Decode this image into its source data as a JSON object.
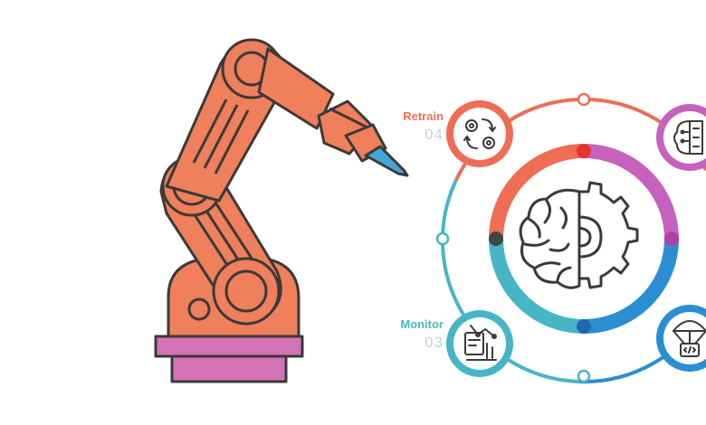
{
  "stages": [
    {
      "label": "Retrain",
      "number": "04",
      "color": "#ee6f55",
      "icon": "gears-cycle-icon"
    },
    {
      "label": "Monitor",
      "number": "03",
      "color": "#4bb7c8",
      "icon": "monitor-chart-icon"
    }
  ],
  "colors": {
    "arm": "#f07f5b",
    "outline": "#3a3a3a",
    "base": "#d373b5",
    "ring_orange": "#ef6c55",
    "ring_purple": "#c661bd",
    "ring_teal": "#46b6c6",
    "ring_blue": "#2b8ed1"
  },
  "icons": [
    "robotic-arm-icon",
    "brain-gear-icon",
    "chip-brain-icon",
    "parachute-code-icon"
  ]
}
